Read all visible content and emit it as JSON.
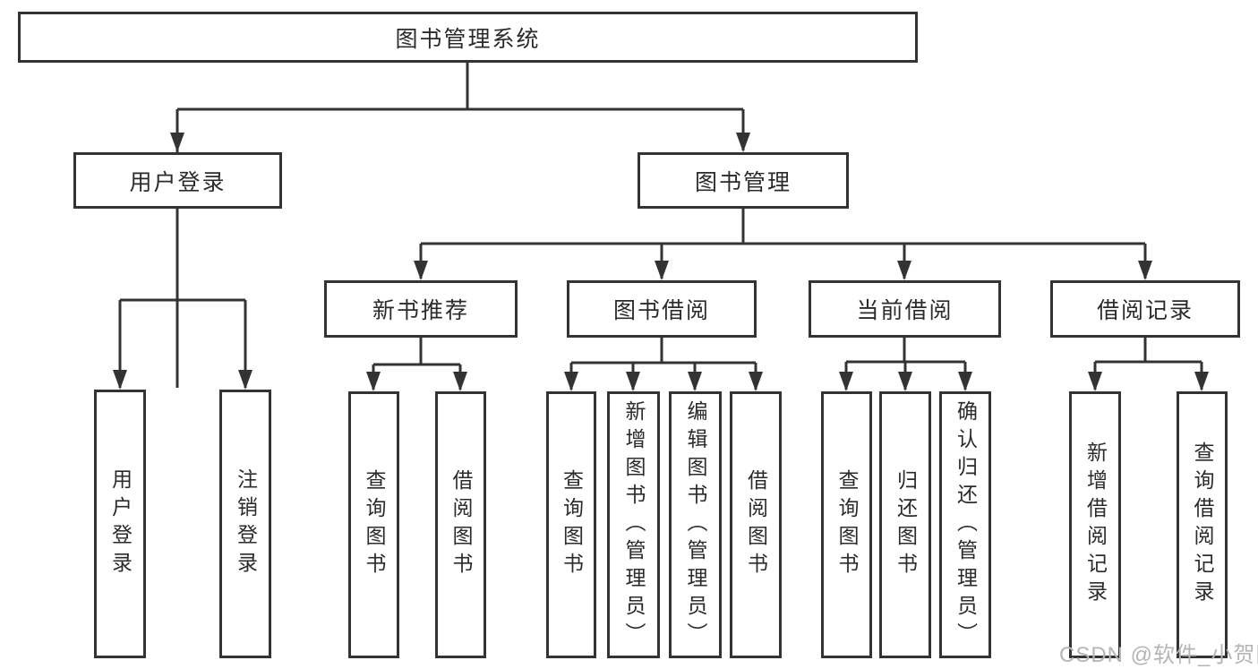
{
  "tree": {
    "root": "图书管理系统",
    "branches": [
      {
        "label": "用户登录",
        "children": [
          "用户登录",
          "注销登录"
        ]
      },
      {
        "label": "图书管理",
        "sections": [
          {
            "label": "新书推荐",
            "children": [
              "查询图书",
              "借阅图书"
            ]
          },
          {
            "label": "图书借阅",
            "children": [
              "查询图书",
              "新增图书（管理员）",
              "编辑图书（管理员）",
              "借阅图书"
            ]
          },
          {
            "label": "当前借阅",
            "children": [
              "查询图书",
              "归还图书",
              "确认归还（管理员）"
            ]
          },
          {
            "label": "借阅记录",
            "children": [
              "新增借阅记录",
              "查询借阅记录"
            ]
          }
        ]
      }
    ]
  },
  "watermark": "CSDN @软件_小贺同学",
  "colors": {
    "line": "#333333",
    "border": "#333333",
    "text": "#2b2b2b",
    "watermark": "#b5b5b5"
  }
}
